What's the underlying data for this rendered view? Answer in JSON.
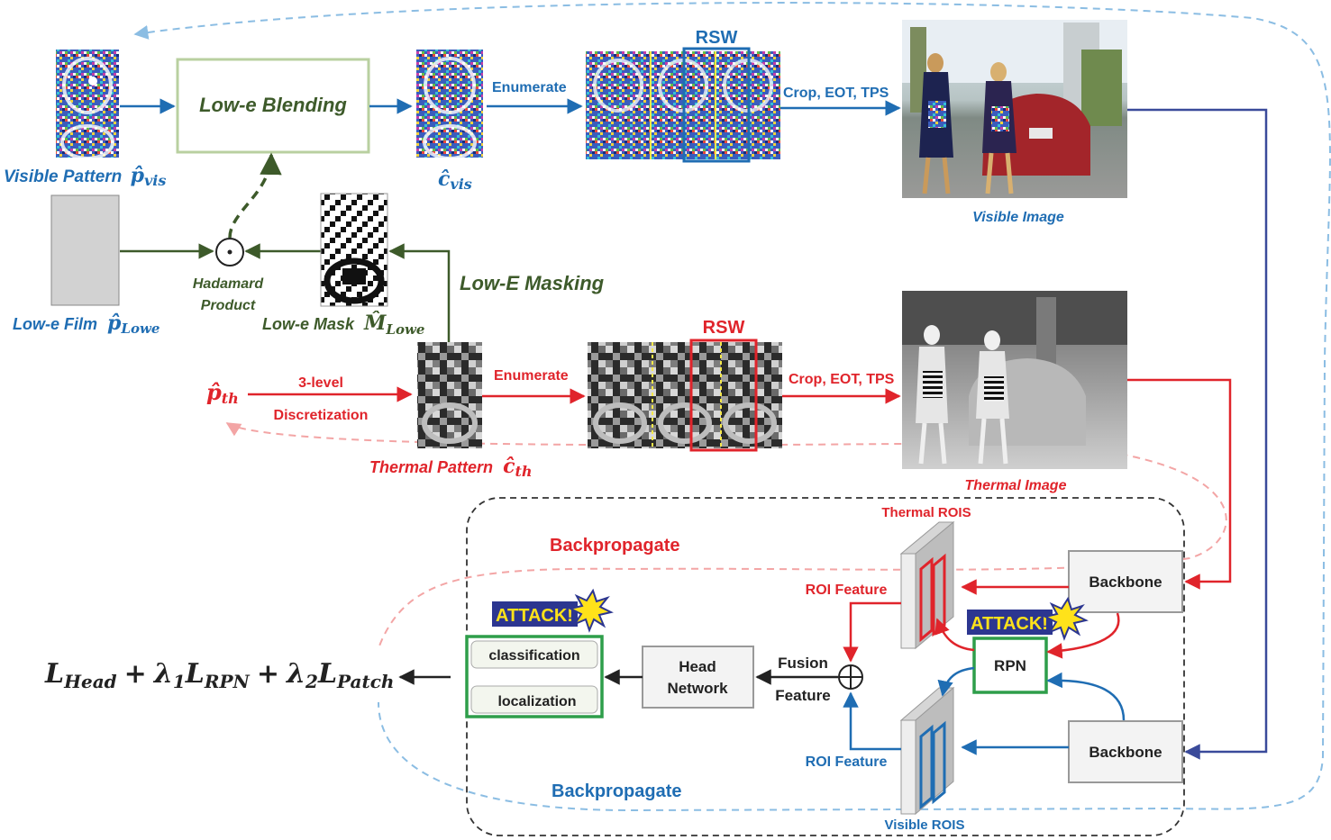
{
  "colors": {
    "blue": "#1f6db3",
    "red": "#e0242b",
    "green": "#3d5a2a",
    "light_blue_dash": "#7fb5dc",
    "light_red_dash": "#f1a7a7",
    "yellow": "#ffe21a",
    "attack_bg": "#2c3690"
  },
  "top": {
    "visible_pattern_label": "Visible Pattern",
    "visible_pattern_symbol": "p̂",
    "visible_pattern_sub": "vis",
    "low_e_blending": "Low-e Blending",
    "c_vis_symbol": "ĉ",
    "c_vis_sub": "vis",
    "enumerate": "Enumerate",
    "rsw": "RSW",
    "crop": "Crop, EOT, TPS",
    "visible_image": "Visible Image"
  },
  "middle": {
    "low_e_film_label": "Low-e Film",
    "low_e_film_symbol": "p̂",
    "low_e_film_sub": "Lowe",
    "hadamard_line1": "Hadamard",
    "hadamard_line2": "Product",
    "low_e_mask_label": "Low-e Mask",
    "low_e_mask_symbol": "M̂",
    "low_e_mask_sub": "Lowe",
    "low_e_masking": "Low-E Masking"
  },
  "thermal": {
    "p_th_symbol": "p̂",
    "p_th_sub": "th",
    "three_level": "3-level",
    "discretization": "Discretization",
    "thermal_pattern_label": "Thermal Pattern",
    "thermal_pattern_symbol": "ĉ",
    "thermal_pattern_sub": "th",
    "enumerate": "Enumerate",
    "rsw": "RSW",
    "crop": "Crop, EOT, TPS",
    "thermal_image": "Thermal Image"
  },
  "network": {
    "thermal_rois": "Thermal ROIS",
    "visible_rois": "Visible ROIS",
    "backpropagate_top": "Backpropagate",
    "backpropagate_bottom": "Backpropagate",
    "backbone_top": "Backbone",
    "backbone_bottom": "Backbone",
    "rpn": "RPN",
    "roi_feature_top": "ROI Feature",
    "roi_feature_bottom": "ROI Feature",
    "fusion_line1": "Fusion",
    "fusion_line2": "Feature",
    "head_line1": "Head",
    "head_line2": "Network",
    "classification": "classification",
    "localization": "localization",
    "attack_left": "ATTACK!",
    "attack_right": "ATTACK!"
  },
  "loss": {
    "L": "L",
    "head_sub": "Head",
    "plus1": "+",
    "lambda1": "λ",
    "lambda1_sub": "1",
    "rpn_sub": "RPN",
    "plus2": "+",
    "lambda2": "λ",
    "lambda2_sub": "2",
    "patch_sub": "Patch"
  },
  "icons": {
    "hadamard": "circled-dot-icon",
    "fusion": "circled-plus-icon",
    "attack_burst": "starburst-icon"
  }
}
